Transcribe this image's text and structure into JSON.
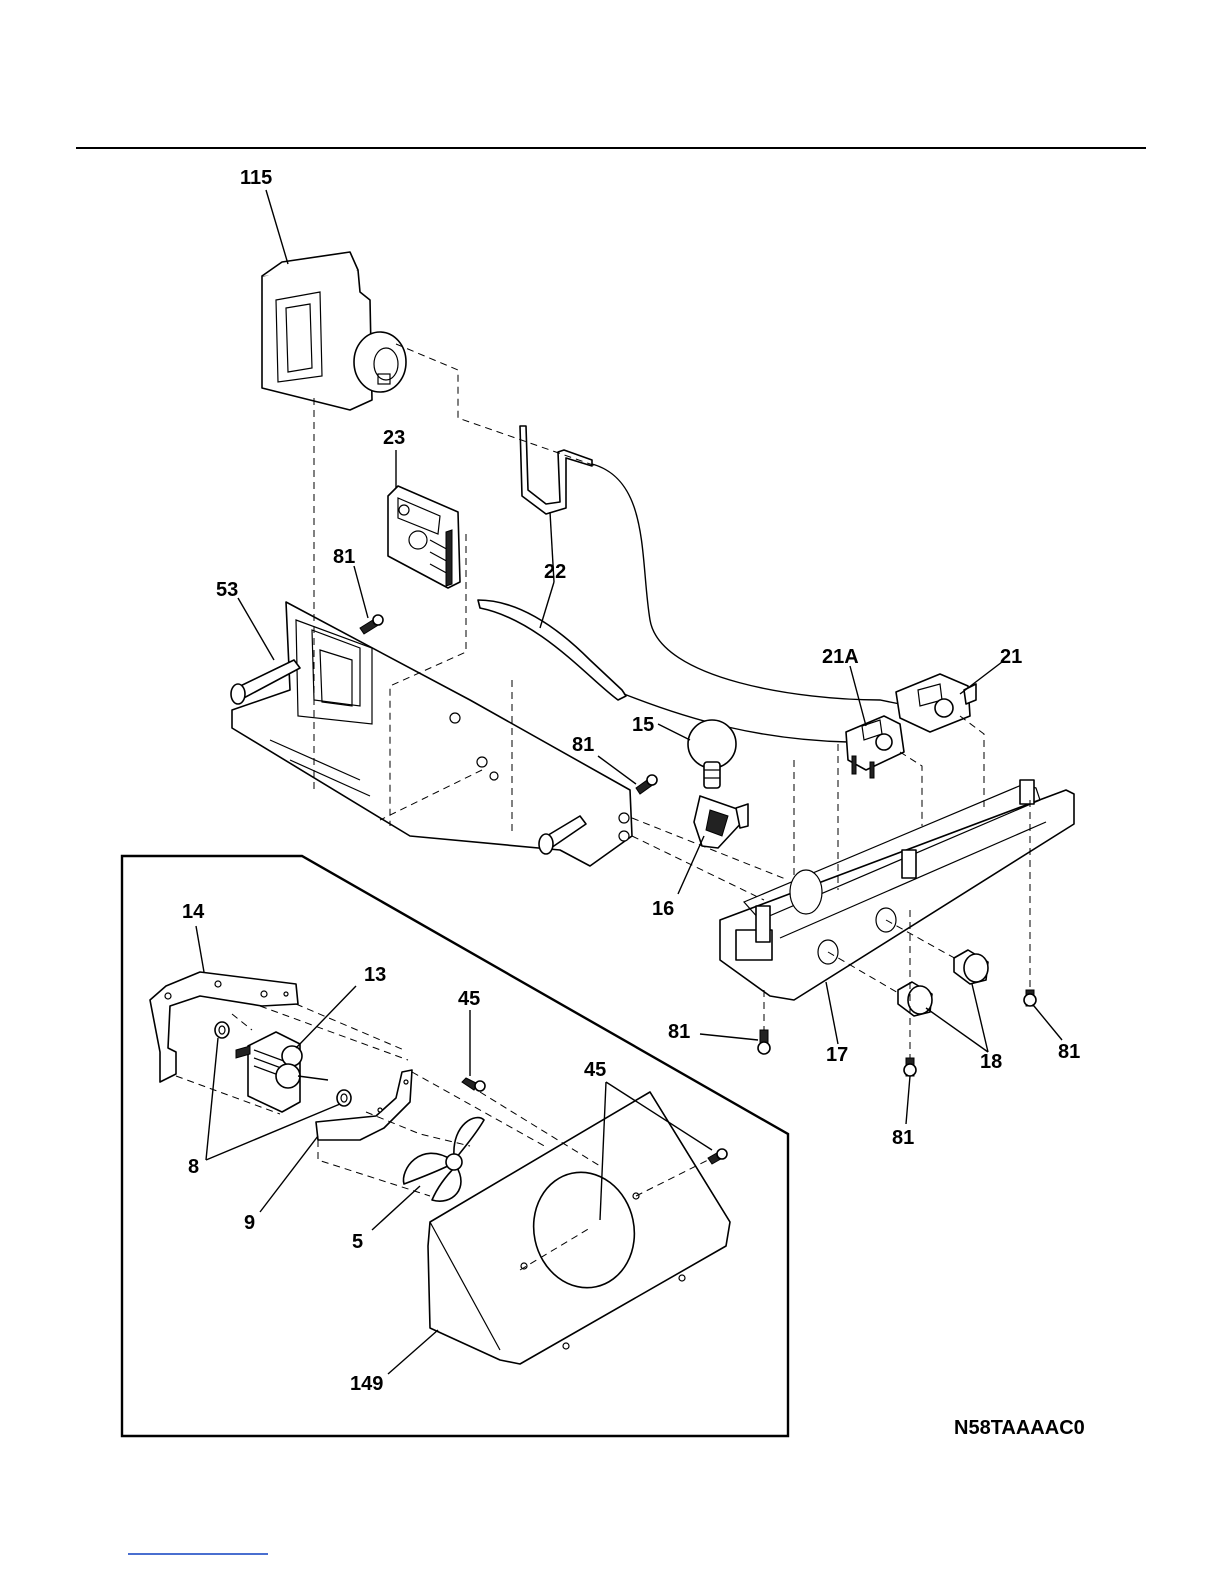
{
  "diagram_code": "N58TAAAAC0",
  "callouts": {
    "c115": "115",
    "c23": "23",
    "c81_a": "81",
    "c22": "22",
    "c53": "53",
    "c21A": "21A",
    "c21": "21",
    "c15": "15",
    "c81_b": "81",
    "c16": "16",
    "c14": "14",
    "c13": "13",
    "c45_a": "45",
    "c45_b": "45",
    "c81_c": "81",
    "c17": "17",
    "c18": "18",
    "c81_d": "81",
    "c81_e": "81",
    "c8": "8",
    "c9": "9",
    "c5": "5",
    "c149": "149"
  },
  "colors": {
    "line": "#000000",
    "background": "#ffffff",
    "footer_link": "#4a6fd0"
  }
}
